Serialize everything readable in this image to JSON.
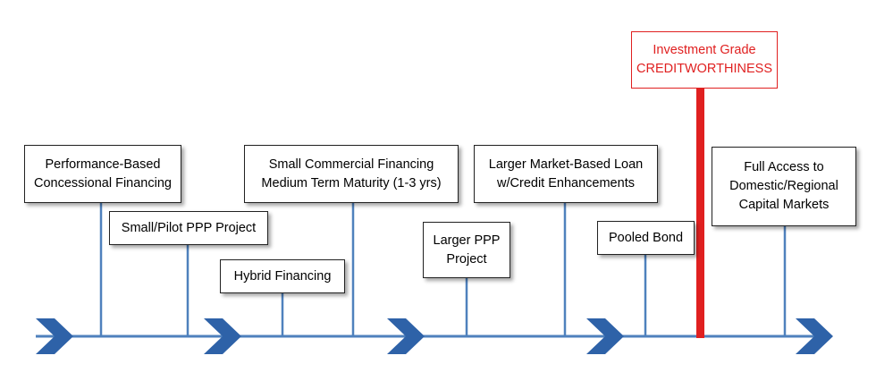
{
  "diagram": {
    "colors": {
      "timeline": "#4f81bd",
      "arrow": "#2e62a8",
      "highlight": "#e02020",
      "box_border": "#222222"
    },
    "stages": [
      {
        "id": "performance-based",
        "lines": [
          "Performance-Based",
          "Concessional Financing"
        ]
      },
      {
        "id": "small-pilot-ppp",
        "lines": [
          "Small/Pilot PPP Project"
        ]
      },
      {
        "id": "hybrid-financing",
        "lines": [
          "Hybrid Financing"
        ]
      },
      {
        "id": "small-commercial",
        "lines": [
          "Small Commercial Financing",
          "Medium Term Maturity (1-3 yrs)"
        ]
      },
      {
        "id": "larger-ppp",
        "lines": [
          "Larger PPP",
          "Project"
        ]
      },
      {
        "id": "larger-market-loan",
        "lines": [
          "Larger Market-Based Loan",
          "w/Credit Enhancements"
        ]
      },
      {
        "id": "pooled-bond",
        "lines": [
          "Pooled Bond"
        ]
      },
      {
        "id": "full-access",
        "lines": [
          "Full Access to",
          "Domestic/Regional",
          "Capital Markets"
        ]
      }
    ],
    "milestone": {
      "lines": [
        "Investment Grade",
        "CREDITWORTHINESS"
      ]
    }
  }
}
